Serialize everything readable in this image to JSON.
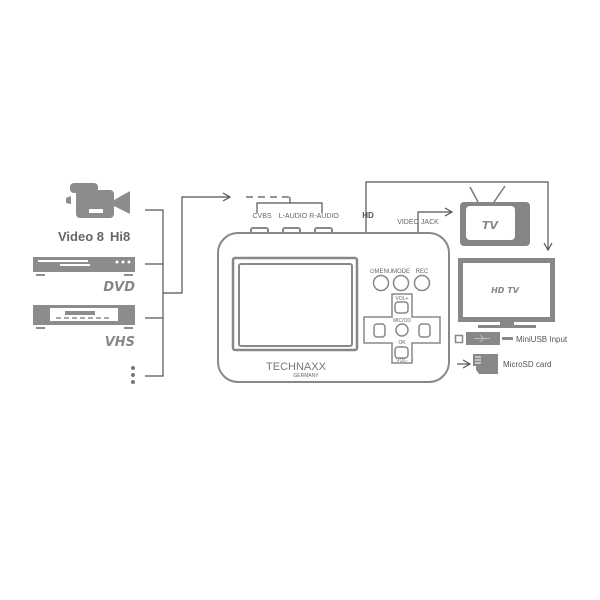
{
  "sources": {
    "camcorder_label": "Video 8",
    "camcorder_label2": "Hi8",
    "dvd_label": "DVD",
    "vhs_label": "VHS"
  },
  "device": {
    "ports": [
      "CVBS",
      "L-AUDIO",
      "R-AUDIO"
    ],
    "hd_label": "HD",
    "video_jack_label": "VIDEO JACK",
    "buttons": [
      "MENU",
      "MODE",
      "REC"
    ],
    "dpad": {
      "up": "VOL+",
      "center": "MIC/OD",
      "ok": "OK",
      "down": "VOL-"
    },
    "brand": "TECHNAXX",
    "brand_sub": "GERMANY"
  },
  "outputs": {
    "tv_label": "TV",
    "hdtv_label": "HD TV",
    "usb_label": "MiniUSB Input",
    "sd_label": "MicroSD card"
  },
  "colors": {
    "icon": "#8c8c8c",
    "line": "#555555",
    "accent": "#e0506a"
  }
}
